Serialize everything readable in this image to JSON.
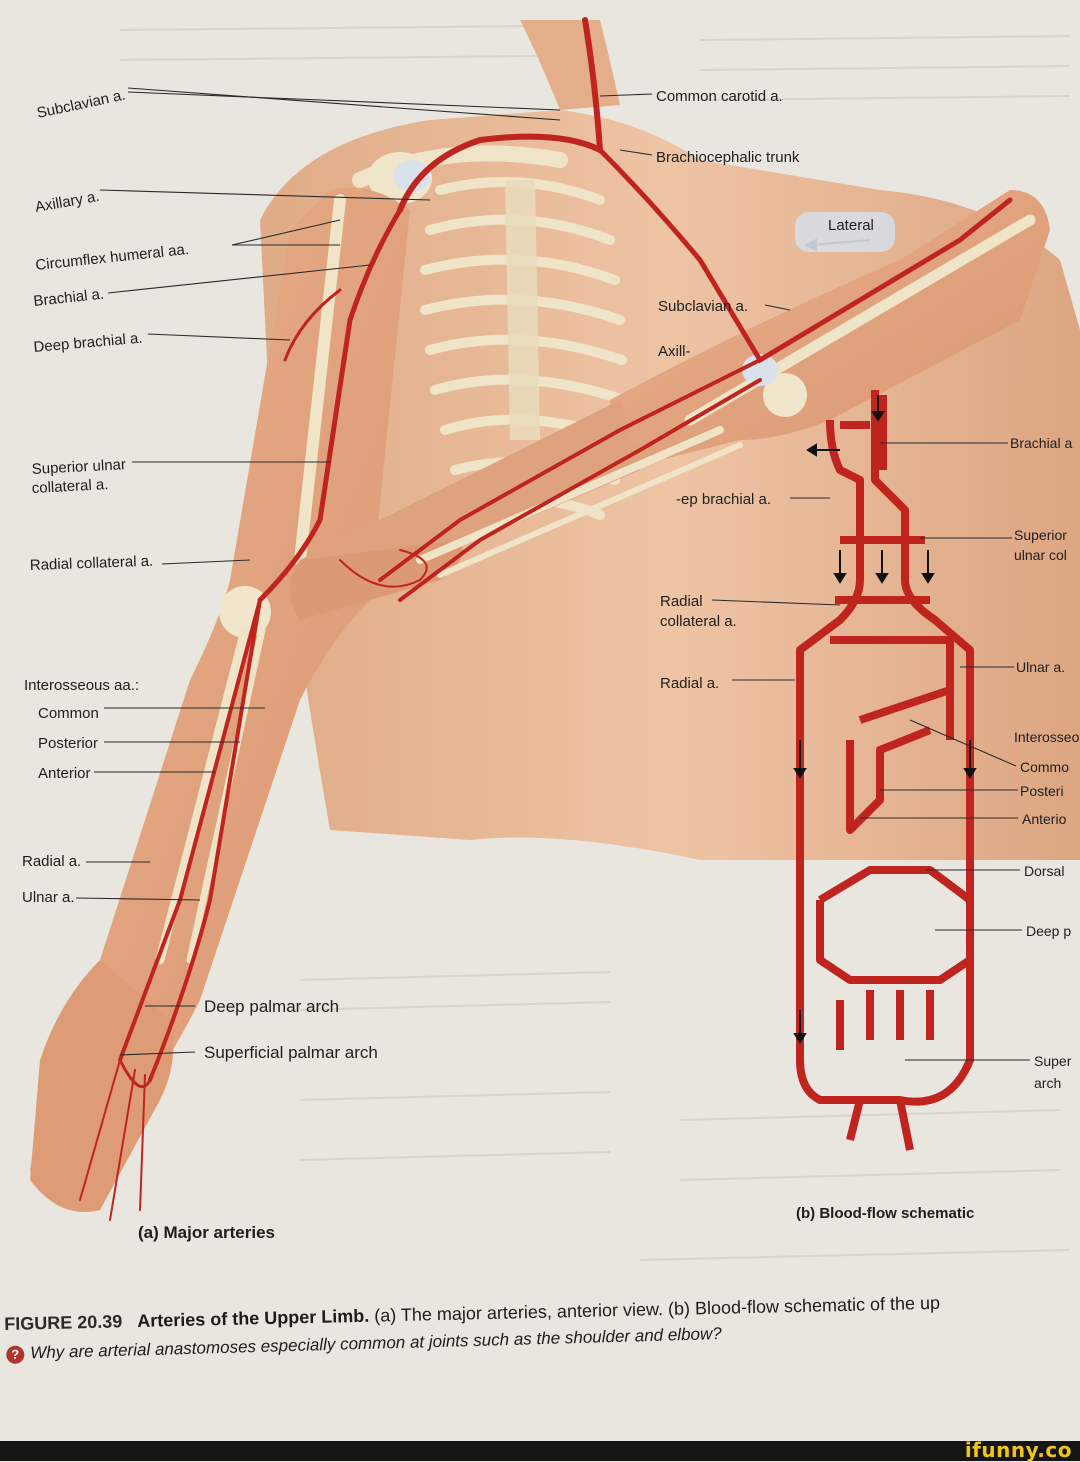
{
  "labels_left": {
    "subclavian": "Subclavian a.",
    "axillary": "Axillary a.",
    "circumflex_humeral": "Circumflex humeral aa.",
    "brachial": "Brachial a.",
    "deep_brachial": "Deep brachial a.",
    "superior_ulnar_1": "Superior ulnar",
    "superior_ulnar_2": "collateral a.",
    "radial_collateral": "Radial collateral a.",
    "interosseous_heading": "Interosseous aa.:",
    "common": "Common",
    "posterior": "Posterior",
    "anterior": "Anterior",
    "radial": "Radial a.",
    "ulnar": "Ulnar a.",
    "deep_palmar_arch": "Deep palmar arch",
    "superficial_palmar_arch": "Superficial palmar arch"
  },
  "labels_center": {
    "common_carotid": "Common carotid a.",
    "brachiocephalic_trunk": "Brachiocephalic trunk",
    "lateral": "Lateral",
    "subclavian": "Subclavian a.",
    "axillary_partial": "Axill-",
    "deep_brachial_partial": "-ep brachial a.",
    "radial_collateral_1": "Radial",
    "radial_collateral_2": "collateral a.",
    "radial": "Radial a."
  },
  "labels_right": {
    "brachial": "Brachial a",
    "superior_ulnar_1": "Superior",
    "superior_ulnar_2": "ulnar col",
    "ulnar": "Ulnar a.",
    "interosseous": "Interosseo",
    "common": "Commo",
    "posterior": "Posteri",
    "anterior": "Anterio",
    "dorsal": "Dorsal",
    "deep": "Deep p",
    "superficial_1": "Super",
    "superficial_2": "arch"
  },
  "panel_labels": {
    "a": "(a) Major arteries",
    "b": "(b) Blood-flow schematic"
  },
  "caption": {
    "figure_number": "FIGURE 20.39",
    "title": "Arteries of the Upper Limb.",
    "text": "(a) The major arteries, anterior view. (b) Blood-flow schematic of the up",
    "question_icon": "question-icon",
    "question": "Why are arterial anastomoses especially common at joints such as the shoulder and elbow?"
  },
  "colors": {
    "artery": "#c0241f",
    "skin": "#e7b590",
    "bone": "#efe4c8",
    "page": "#e9e6df"
  },
  "watermark": "ifunny.co"
}
